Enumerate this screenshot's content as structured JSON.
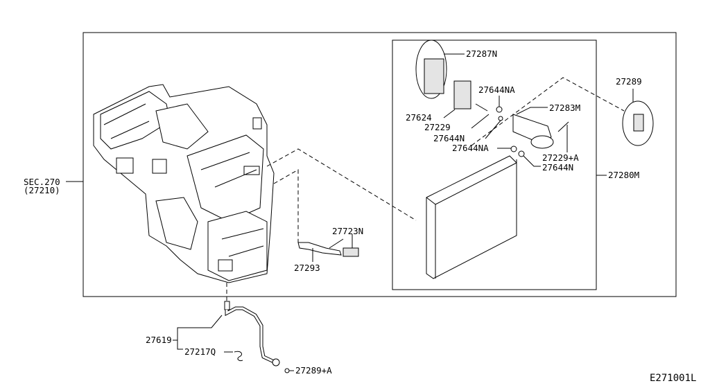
{
  "diagram": {
    "code": "E271001L",
    "labels": {
      "sec": "SEC.270",
      "sec_sub": "(27210)",
      "p27287N": "27287N",
      "p27644NA_1": "27644NA",
      "p27624": "27624",
      "p27229": "27229",
      "p27283M": "27283M",
      "p27644N_1": "27644N",
      "p27644NA_2": "27644NA",
      "p27229A": "27229+A",
      "p27644N_2": "27644N",
      "p27289": "27289",
      "p27280M": "27280M",
      "p27723N": "27723N",
      "p27293": "27293",
      "p27619": "27619",
      "p27217Q": "27217Q",
      "p27289A": "27289+A"
    }
  }
}
